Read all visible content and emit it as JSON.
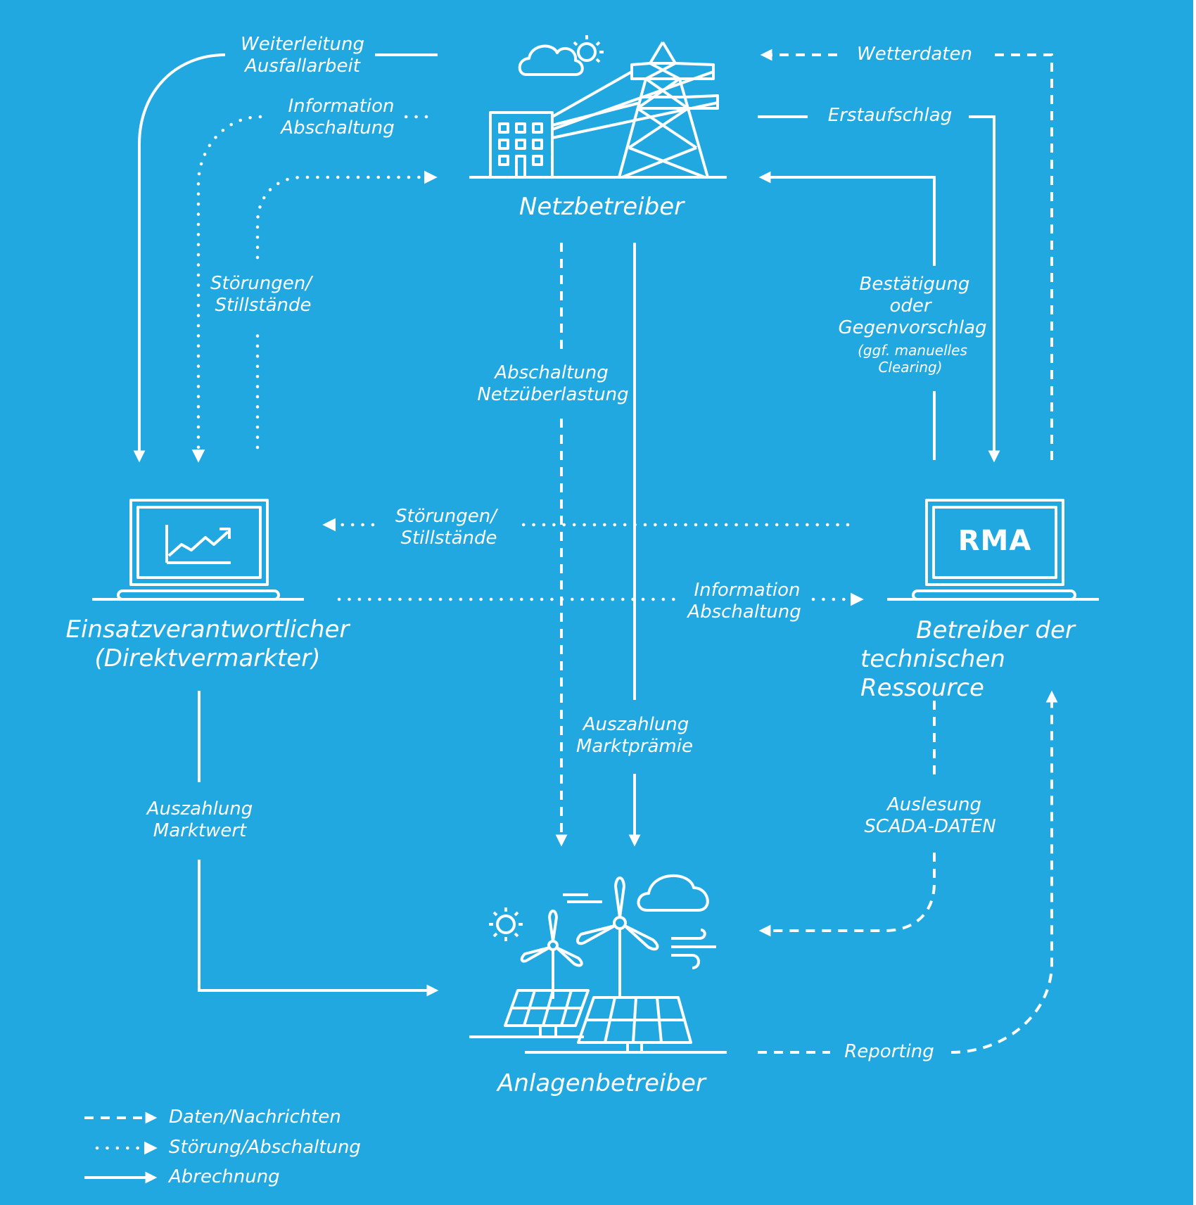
{
  "colors": {
    "background": "#21a8e0",
    "line": "#ffffff",
    "right_strip": "#ffffff"
  },
  "nodes": {
    "netzbetreiber": "Netzbetreiber",
    "einsatz_line1": "Einsatzverantwortlicher",
    "einsatz_line2": "(Direktvermarkter)",
    "betreiber_line1": "Betreiber der",
    "betreiber_line2": "technischen",
    "betreiber_line3": "Ressource",
    "anlagenbetreiber": "Anlagenbetreiber"
  },
  "logo_text": "RMA",
  "edges": {
    "weiterleitung_1": "Weiterleitung",
    "weiterleitung_2": "Ausfallarbeit",
    "info_top_1": "Information",
    "info_top_2": "Abschaltung",
    "stoer_left_1": "Störungen/",
    "stoer_left_2": "Stillstände",
    "wetterdaten": "Wetterdaten",
    "erstaufschlag": "Erstaufschlag",
    "bestaetigung_1": "Bestätigung",
    "bestaetigung_2": "oder",
    "bestaetigung_3": "Gegenvorschlag",
    "bestaetigung_4": "(ggf. manuelles",
    "bestaetigung_5": "Clearing)",
    "abschaltung_1": "Abschaltung",
    "abschaltung_2": "Netzüberlastung",
    "stoer_mid_1": "Störungen/",
    "stoer_mid_2": "Stillstände",
    "info_mid_1": "Information",
    "info_mid_2": "Abschaltung",
    "auszahlung_mp_1": "Auszahlung",
    "auszahlung_mp_2": "Marktprämie",
    "auszahlung_mw_1": "Auszahlung",
    "auszahlung_mw_2": "Marktwert",
    "auslesung_1": "Auslesung",
    "auslesung_2": "SCADA-DATEN",
    "reporting": "Reporting"
  },
  "legend": {
    "daten": "Daten/Nachrichten",
    "stoerung": "Störung/Abschaltung",
    "abrechnung": "Abrechnung"
  },
  "icons": [
    "cloud-sun-icon",
    "building-icon",
    "power-pylon-icon",
    "laptop-chart-icon",
    "laptop-rma-icon",
    "wind-turbine-icon",
    "solar-panel-icon",
    "sun-icon",
    "cloud-icon",
    "wind-icon"
  ]
}
